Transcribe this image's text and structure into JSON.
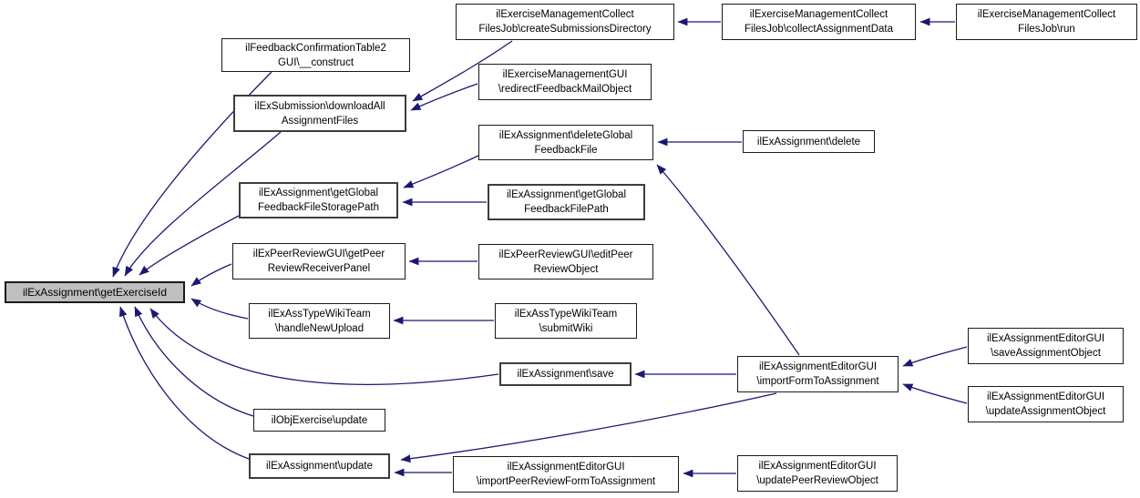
{
  "colors": {
    "background": "#ffffff",
    "node_fill": "#ffffff",
    "node_border": "#1a1a1a",
    "main_node_fill": "#bfbfbf",
    "edge": "#191970",
    "text": "#000000"
  },
  "graph": {
    "main_node_id": "getExerciseId",
    "nodes": {
      "getExerciseId": {
        "label": "ilExAssignment\\getExerciseId"
      },
      "fc2Construct": {
        "label": "ilFeedbackConfirmationTable2\nGUI\\__construct"
      },
      "downloadAll": {
        "label": "ilExSubmission\\downloadAll\nAssignmentFiles"
      },
      "getGlobalFFSP": {
        "label": "ilExAssignment\\getGlobal\nFeedbackFileStoragePath"
      },
      "getPeerRRP": {
        "label": "ilExPeerReviewGUI\\getPeer\nReviewReceiverPanel"
      },
      "handleNewUpload": {
        "label": "ilExAssTypeWikiTeam\n\\handleNewUpload"
      },
      "objExUpdate": {
        "label": "ilObjExercise\\update"
      },
      "exAssUpdate": {
        "label": "ilExAssignment\\update"
      },
      "createSubDir": {
        "label": "ilExerciseManagementCollect\nFilesJob\\createSubmissionsDirectory"
      },
      "collectAssData": {
        "label": "ilExerciseManagementCollect\nFilesJob\\collectAssignmentData"
      },
      "jobRun": {
        "label": "ilExerciseManagementCollect\nFilesJob\\run"
      },
      "redirectFbMail": {
        "label": "ilExerciseManagementGUI\n\\redirectFeedbackMailObject"
      },
      "deleteGlobalFF": {
        "label": "ilExAssignment\\deleteGlobal\nFeedbackFile"
      },
      "assDelete": {
        "label": "ilExAssignment\\delete"
      },
      "getGlobalFFP": {
        "label": "ilExAssignment\\getGlobal\nFeedbackFilePath"
      },
      "editPeerReview": {
        "label": "ilExPeerReviewGUI\\editPeer\nReviewObject"
      },
      "submitWiki": {
        "label": "ilExAssTypeWikiTeam\n\\submitWiki"
      },
      "assSave": {
        "label": "ilExAssignment\\save"
      },
      "importForm": {
        "label": "ilExAssignmentEditorGUI\n\\importFormToAssignment"
      },
      "saveAssObj": {
        "label": "ilExAssignmentEditorGUI\n\\saveAssignmentObject"
      },
      "updateAssObj": {
        "label": "ilExAssignmentEditorGUI\n\\updateAssignmentObject"
      },
      "importPeerForm": {
        "label": "ilExAssignmentEditorGUI\n\\importPeerReviewFormToAssignment"
      },
      "updatePeerRev": {
        "label": "ilExAssignmentEditorGUI\n\\updatePeerReviewObject"
      }
    },
    "edges": [
      {
        "from": "fc2Construct",
        "to": "getExerciseId"
      },
      {
        "from": "downloadAll",
        "to": "getExerciseId"
      },
      {
        "from": "getGlobalFFSP",
        "to": "getExerciseId"
      },
      {
        "from": "getPeerRRP",
        "to": "getExerciseId"
      },
      {
        "from": "handleNewUpload",
        "to": "getExerciseId"
      },
      {
        "from": "assSave",
        "to": "getExerciseId"
      },
      {
        "from": "objExUpdate",
        "to": "getExerciseId"
      },
      {
        "from": "exAssUpdate",
        "to": "getExerciseId"
      },
      {
        "from": "createSubDir",
        "to": "downloadAll"
      },
      {
        "from": "redirectFbMail",
        "to": "downloadAll"
      },
      {
        "from": "collectAssData",
        "to": "createSubDir"
      },
      {
        "from": "jobRun",
        "to": "collectAssData"
      },
      {
        "from": "assDelete",
        "to": "deleteGlobalFF"
      },
      {
        "from": "importForm",
        "to": "deleteGlobalFF"
      },
      {
        "from": "deleteGlobalFF",
        "to": "getGlobalFFSP"
      },
      {
        "from": "getGlobalFFP",
        "to": "getGlobalFFSP"
      },
      {
        "from": "editPeerReview",
        "to": "getPeerRRP"
      },
      {
        "from": "submitWiki",
        "to": "handleNewUpload"
      },
      {
        "from": "importForm",
        "to": "assSave"
      },
      {
        "from": "saveAssObj",
        "to": "importForm"
      },
      {
        "from": "updateAssObj",
        "to": "importForm"
      },
      {
        "from": "importForm",
        "to": "exAssUpdate"
      },
      {
        "from": "importPeerForm",
        "to": "exAssUpdate"
      },
      {
        "from": "updatePeerRev",
        "to": "importPeerForm"
      }
    ]
  }
}
